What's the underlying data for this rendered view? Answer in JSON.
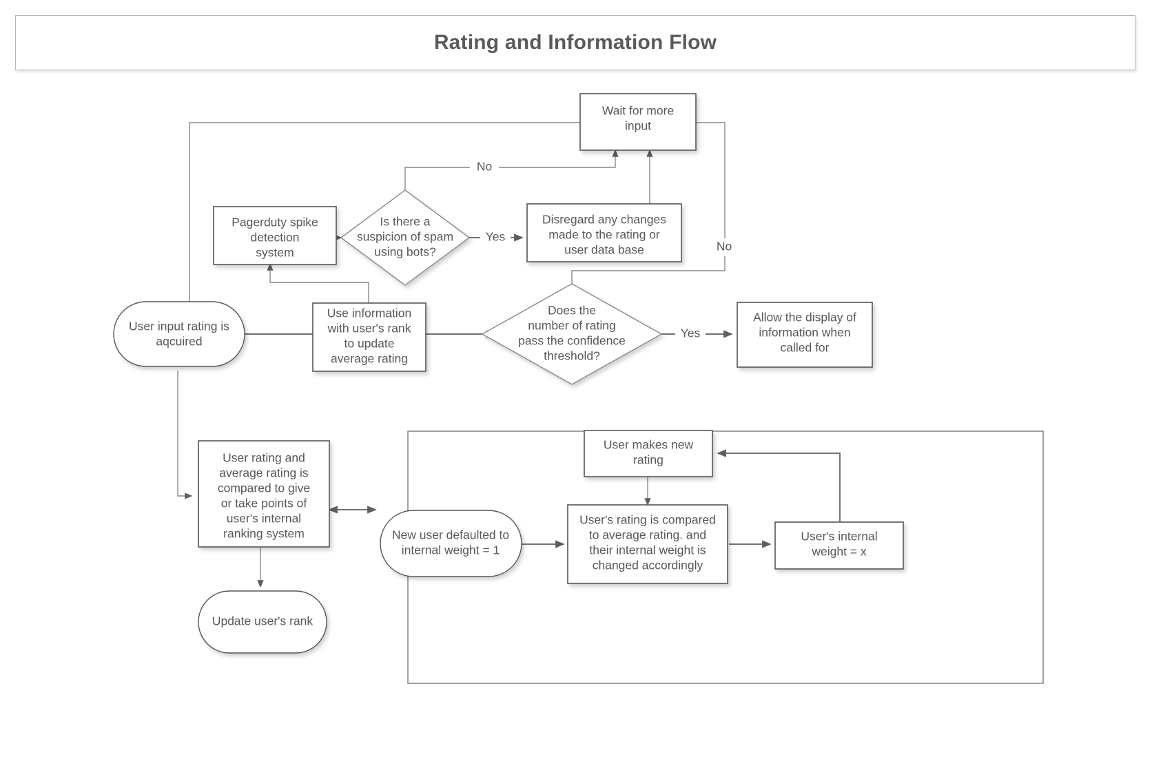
{
  "title": "Rating and Information Flow",
  "colors": {
    "node_border": "#56565a",
    "diamond_border": "#8d8d91",
    "edge": "#5e5e62",
    "text": "#585858",
    "title_text": "#5a5a5a",
    "background": "#ffffff"
  },
  "nodes": {
    "wait_for_more_input": {
      "label_lines": [
        "Wait for more",
        "input"
      ],
      "shape": "rect"
    },
    "pagerduty": {
      "label_lines": [
        "Pagerduty spike",
        "detection",
        "system"
      ],
      "shape": "rect"
    },
    "spam_decision": {
      "label_lines": [
        "Is there a",
        "suspicion of spam",
        "using bots?"
      ],
      "shape": "diamond"
    },
    "disregard": {
      "label_lines": [
        "Disregard any changes",
        "made to the rating or",
        "user data base"
      ],
      "shape": "rect"
    },
    "user_input": {
      "label_lines": [
        "User input rating  is",
        "aqcuired"
      ],
      "shape": "stadium"
    },
    "use_information": {
      "label_lines": [
        "Use information",
        "with user's rank",
        "to update",
        "average rating"
      ],
      "shape": "rect"
    },
    "confidence_decision": {
      "label_lines": [
        "Does the",
        "number of rating",
        "pass the confidence",
        "threshold?"
      ],
      "shape": "diamond"
    },
    "allow_display": {
      "label_lines": [
        "Allow the display of",
        "information when",
        "called for"
      ],
      "shape": "rect"
    },
    "compare_ratings": {
      "label_lines": [
        "User rating and",
        "average rating is",
        "compared to give",
        "or take points of",
        "user's internal",
        "ranking system"
      ],
      "shape": "rect"
    },
    "update_rank": {
      "label_lines": [
        "Update user's rank"
      ],
      "shape": "stadium"
    },
    "new_user": {
      "label_lines": [
        "New user defaulted to",
        "internal weight = 1"
      ],
      "shape": "stadium"
    },
    "user_makes_rating": {
      "label_lines": [
        "User makes new",
        "rating"
      ],
      "shape": "rect"
    },
    "rating_compared": {
      "label_lines": [
        "User's rating is compared",
        "to average rating. and",
        "their internal weight is",
        "changed accordingly"
      ],
      "shape": "rect"
    },
    "internal_weight": {
      "label_lines": [
        "User's internal",
        "weight = x"
      ],
      "shape": "rect"
    }
  },
  "edge_labels": {
    "spam_no": "No",
    "spam_yes": "Yes",
    "confidence_yes": "Yes",
    "confidence_no": "No"
  }
}
